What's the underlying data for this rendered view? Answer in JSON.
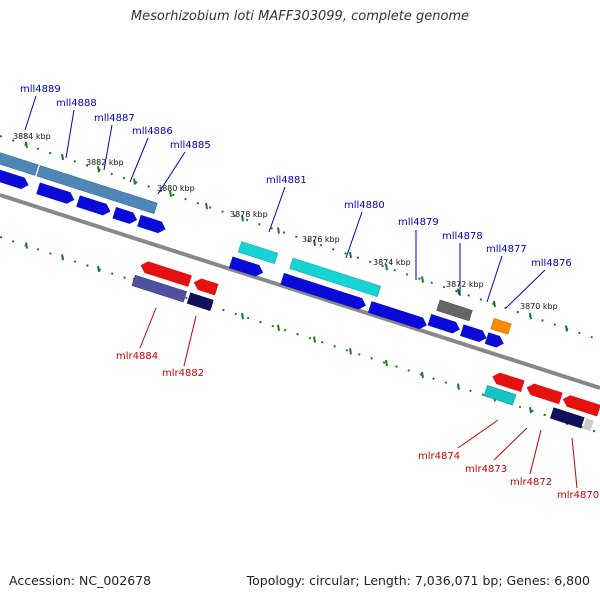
{
  "title": "Mesorhizobium loti MAFF303099, complete genome",
  "footer": {
    "accession": "Accession: NC_002678",
    "summary": "Topology: circular; Length: 7,036,071 bp; Genes: 6,800"
  },
  "colors": {
    "backbone": "#888888",
    "tick": "#1e7a1e",
    "forward_label": "#0000cc",
    "reverse_label": "#cc0000",
    "kbp_label": "#111111"
  },
  "ruler": {
    "labels": [
      "3884 kbp",
      "3882 kbp",
      "3880 kbp",
      "3878 kbp",
      "3876 kbp",
      "3874 kbp",
      "3872 kbp",
      "3870 kbp"
    ]
  },
  "forward_genes": [
    "mll4889",
    "mll4888",
    "mll4887",
    "mll4886",
    "mll4885",
    "mll4881",
    "mll4880",
    "mll4879",
    "mll4878",
    "mll4877",
    "mll4876"
  ],
  "reverse_genes": [
    "mlr4884",
    "mlr4882",
    "mlr4874",
    "mlr4873",
    "mlr4872",
    "mlr4870"
  ]
}
